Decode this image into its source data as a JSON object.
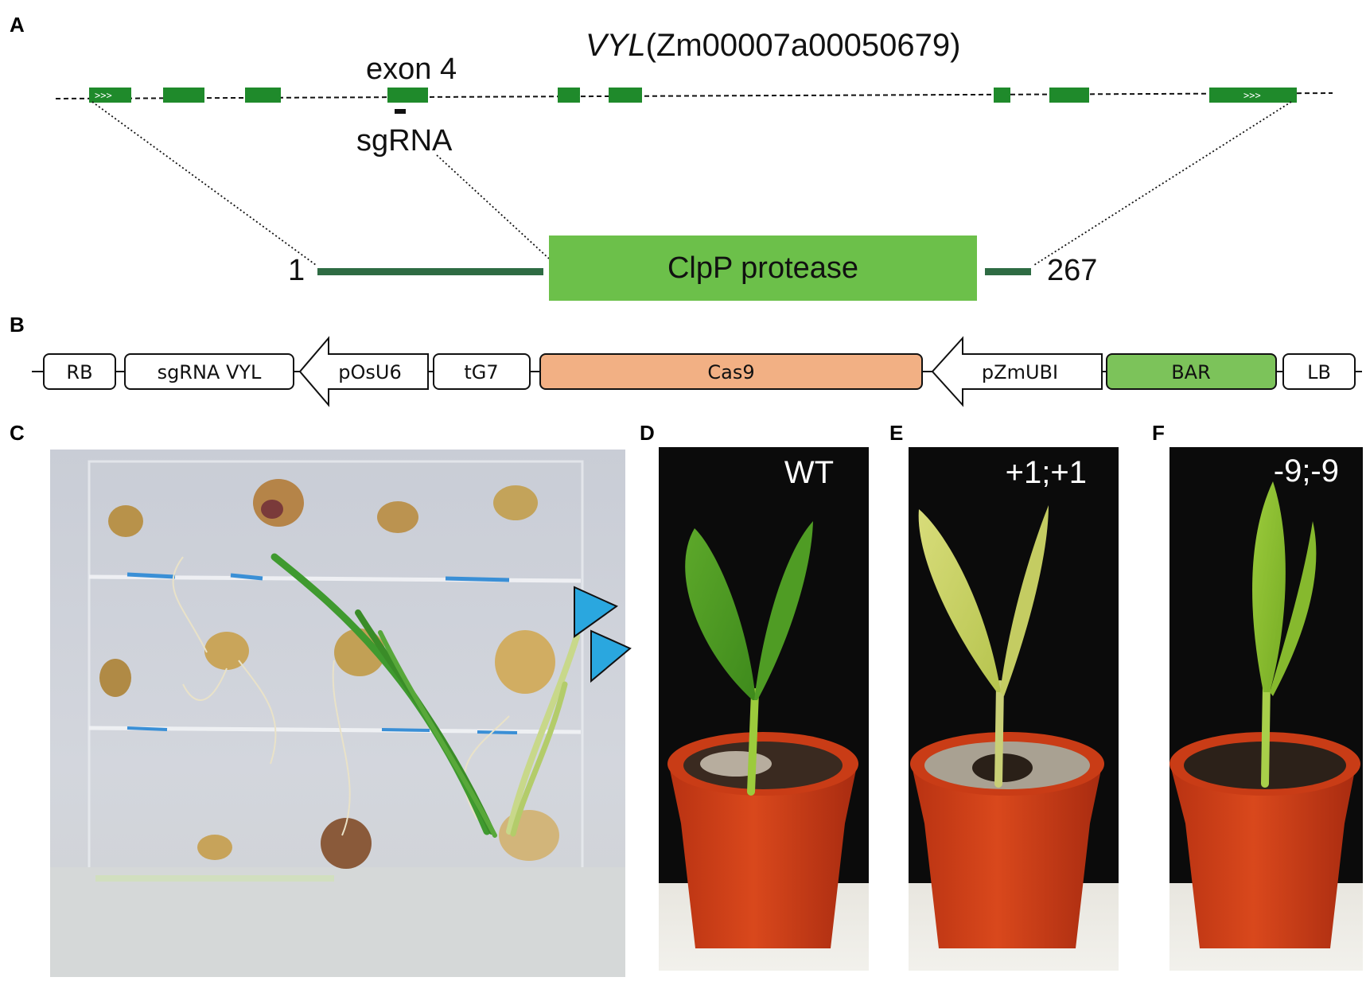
{
  "panels": {
    "a": "A",
    "b": "B",
    "c": "C",
    "d": "D",
    "e": "E",
    "f": "F"
  },
  "gene": {
    "name": "VYL",
    "id": "(Zm00007a00050679)",
    "exon_label": "exon 4",
    "sgrna_label": "sgRNA",
    "exon_arrow_glyph": ">>>",
    "exon_color": "#1f8a2b"
  },
  "protein": {
    "start": "1",
    "end": "267",
    "domain_label": "ClpP protease",
    "domain_color": "#6cc04a",
    "line_color": "#2e6b43"
  },
  "construct": {
    "elements": [
      {
        "label": "RB",
        "kind": "box"
      },
      {
        "label": "sgRNA VYL",
        "kind": "box"
      },
      {
        "label": "pOsU6",
        "kind": "promoter-arrow"
      },
      {
        "label": "tG7",
        "kind": "box"
      },
      {
        "label": "Cas9",
        "kind": "box",
        "color": "#f2b084"
      },
      {
        "label": "pZmUBI",
        "kind": "promoter-arrow"
      },
      {
        "label": "BAR",
        "kind": "box",
        "color": "#7cc35a"
      },
      {
        "label": "LB",
        "kind": "box"
      }
    ]
  },
  "photos": {
    "arrowhead_color": "#2aa7df",
    "d_label": "WT",
    "e_label": "+1;+1",
    "f_label": "-9;-9"
  }
}
